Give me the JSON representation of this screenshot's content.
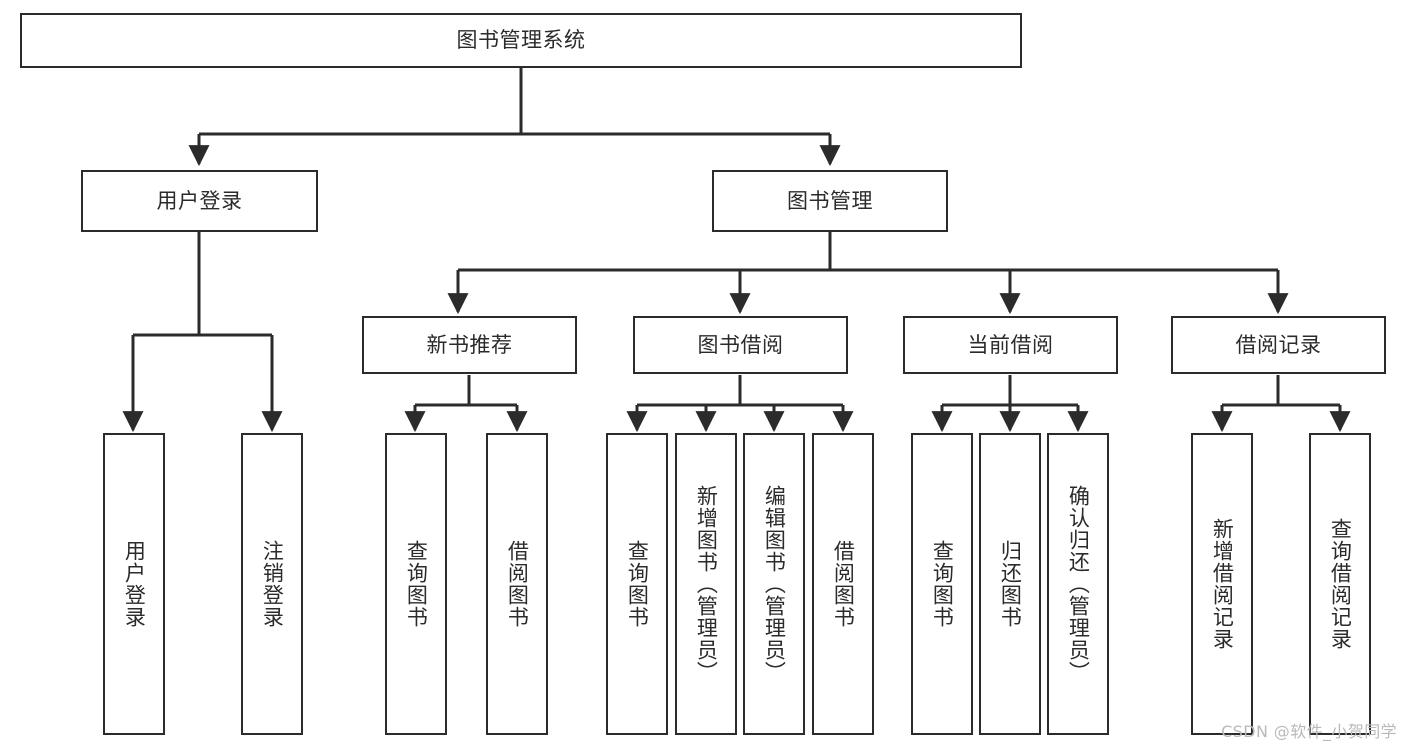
{
  "diagram": {
    "title": "图书管理系统",
    "watermark": "CSDN @软件_小贺同学",
    "colors": {
      "stroke": "#2b2b2b",
      "text": "#2b2b2b",
      "background": "#ffffff",
      "watermark": "#b9b9b9"
    },
    "nodes": {
      "root": {
        "label": "图书管理系统"
      },
      "level2": [
        {
          "label": "用户登录"
        },
        {
          "label": "图书管理"
        }
      ],
      "level3": [
        {
          "label": "新书推荐"
        },
        {
          "label": "图书借阅"
        },
        {
          "label": "当前借阅"
        },
        {
          "label": "借阅记录"
        }
      ],
      "leaves_user_login": [
        {
          "label": "用户登录"
        },
        {
          "label": "注销登录"
        }
      ],
      "leaves_new_book": [
        {
          "label": "查询图书"
        },
        {
          "label": "借阅图书"
        }
      ],
      "leaves_borrow": [
        {
          "label": "查询图书"
        },
        {
          "label": "新增图书（管理员）"
        },
        {
          "label": "编辑图书（管理员）"
        },
        {
          "label": "借阅图书"
        }
      ],
      "leaves_current": [
        {
          "label": "查询图书"
        },
        {
          "label": "归还图书"
        },
        {
          "label": "确认归还（管理员）"
        }
      ],
      "leaves_records": [
        {
          "label": "新增借阅记录"
        },
        {
          "label": "查询借阅记录"
        }
      ]
    }
  }
}
